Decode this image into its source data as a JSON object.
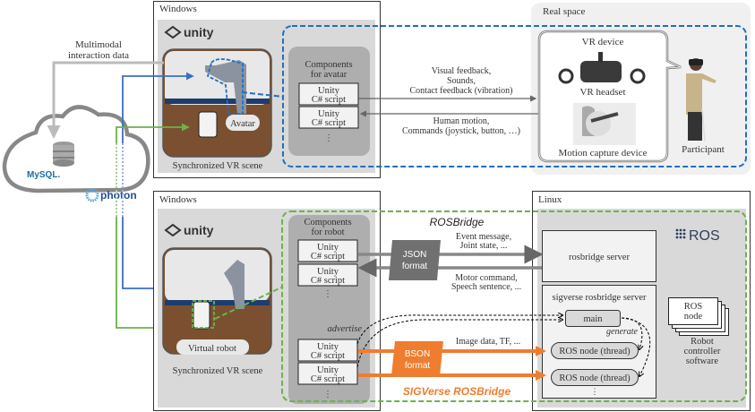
{
  "top_windows": {
    "os_label": "Windows",
    "engine_logo": "unity",
    "scene_label": "Synchronized VR scene",
    "avatar_label": "Avatar",
    "components_title": [
      "Components",
      "for avatar"
    ],
    "scripts": [
      [
        "Unity",
        "C# script"
      ],
      [
        "Unity",
        "C# script"
      ]
    ],
    "ellipsis": "⋮"
  },
  "real_space": {
    "label": "Real space",
    "vr_device": "VR device",
    "vr_headset": "VR headset",
    "motion_capture": "Motion capture device",
    "participant": "Participant"
  },
  "avatar_links": {
    "to_real": [
      "Visual feedback,",
      "Sounds,",
      "Contact feedback (vibration)"
    ],
    "from_real": [
      "Human motion,",
      "Commands (joystick, button, …)"
    ]
  },
  "cloud": {
    "multimodal": [
      "Multimodal",
      "interaction data"
    ],
    "db_logo": "MySQL.",
    "sync_logo": "photon"
  },
  "bottom_windows": {
    "os_label": "Windows",
    "engine_logo": "unity",
    "scene_label": "Synchronized VR scene",
    "robot_label": "Virtual robot",
    "components_title": [
      "Components",
      "for robot"
    ],
    "scripts": [
      [
        "Unity",
        "C# script"
      ],
      [
        "Unity",
        "C# script"
      ],
      [
        "Unity",
        "C# script"
      ],
      [
        "Unity",
        "C# script"
      ]
    ],
    "ellipsis": "⋮",
    "advertise": "advertise"
  },
  "bridge": {
    "rosbridge_title": "ROSBridge",
    "json_format": [
      "JSON",
      "format"
    ],
    "to_ros": [
      "Event message,",
      "Joint state, ..."
    ],
    "from_ros": [
      "Motor command,",
      "Speech sentence, ..."
    ],
    "bson_format": [
      "BSON",
      "format"
    ],
    "image_data": "Image data, TF, ...",
    "sigverse_title": "SIGVerse ROSBridge"
  },
  "linux": {
    "os_label": "Linux",
    "ros_logo": "ROS",
    "rosbridge_server": "rosbridge server",
    "sigverse_server": "sigverse rosbridge server",
    "main": "main",
    "generate": "generate",
    "ros_node_thread": [
      "ROS node (thread)",
      "ROS node (thread)"
    ],
    "ellipsis": "⋮",
    "ros_node": [
      "ROS",
      "node"
    ],
    "robot_controller": [
      "Robot",
      "controller",
      "software"
    ]
  },
  "colors": {
    "blue": "#3b6fc4",
    "blue_dash": "#1f6fc1",
    "green": "#6bb34a",
    "orange": "#ef7d2f",
    "gray_arrow": "#888888",
    "json_box": "#707070"
  }
}
